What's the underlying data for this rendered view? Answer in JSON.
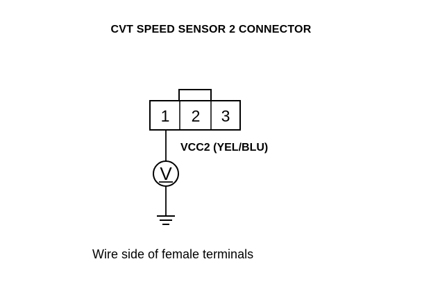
{
  "diagram": {
    "title": "CVT SPEED SENSOR 2 CONNECTOR",
    "connector": {
      "pins": [
        "1",
        "2",
        "3"
      ]
    },
    "wire_label": "VCC2 (YEL/BLU)",
    "meter_symbol": "V",
    "meter_icon": "voltmeter-icon",
    "ground_icon": "ground-icon",
    "caption": "Wire side of female terminals"
  }
}
